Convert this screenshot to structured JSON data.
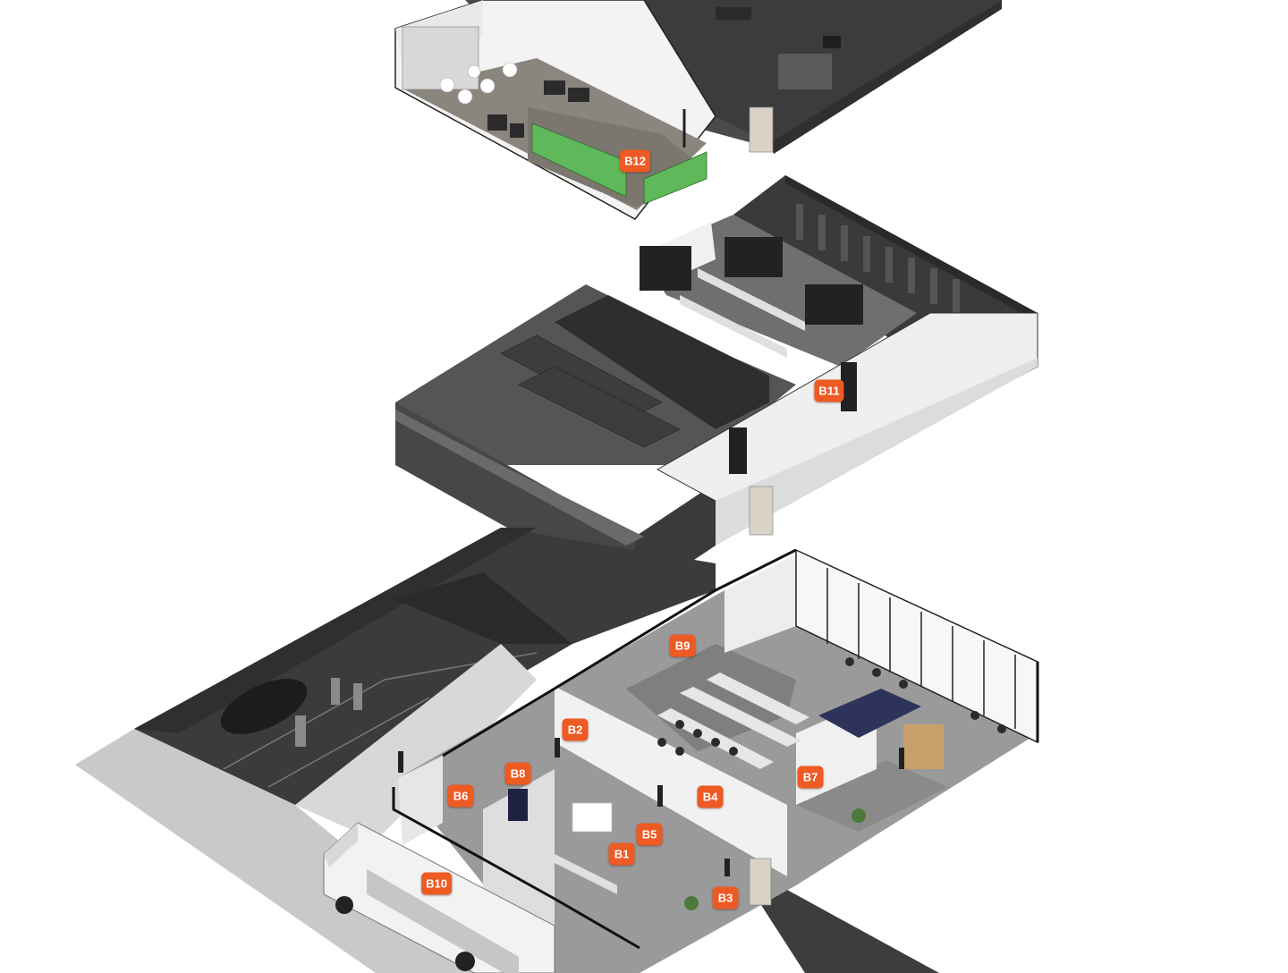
{
  "theme": {
    "marker_color": "#ee5a24"
  },
  "markers": [
    {
      "id": "B1",
      "label": "B1"
    },
    {
      "id": "B2",
      "label": "B2"
    },
    {
      "id": "B3",
      "label": "B3"
    },
    {
      "id": "B4",
      "label": "B4"
    },
    {
      "id": "B5",
      "label": "B5"
    },
    {
      "id": "B6",
      "label": "B6"
    },
    {
      "id": "B7",
      "label": "B7"
    },
    {
      "id": "B8",
      "label": "B8"
    },
    {
      "id": "B9",
      "label": "B9"
    },
    {
      "id": "B10",
      "label": "B10"
    },
    {
      "id": "B11",
      "label": "B11"
    },
    {
      "id": "B12",
      "label": "B12"
    }
  ]
}
